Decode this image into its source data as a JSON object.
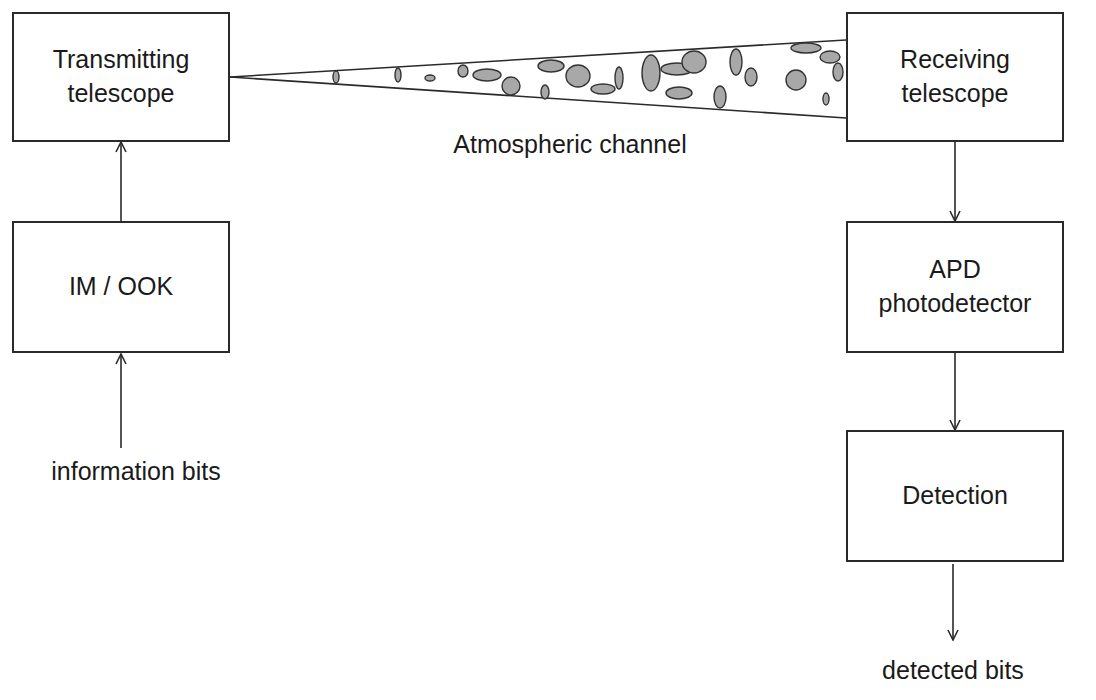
{
  "diagram": {
    "nodes": [
      {
        "text": [
          "Transmitting telescope"
        ]
      },
      {
        "text": [
          "Receiving telescope"
        ]
      },
      {
        "text": [
          "IM / OOK"
        ]
      },
      {
        "text": [
          "APD photodetector"
        ]
      },
      {
        "text": [
          "Detection"
        ]
      }
    ],
    "edges": [
      {
        "from": 2,
        "to": 0,
        "arrow": "to"
      },
      {
        "from": 1,
        "to": 3,
        "arrow": "to"
      },
      {
        "from": 3,
        "to": 4,
        "arrow": "to"
      }
    ],
    "labels": [
      "Atmospheric channel",
      "information bits",
      "detected bits"
    ]
  }
}
